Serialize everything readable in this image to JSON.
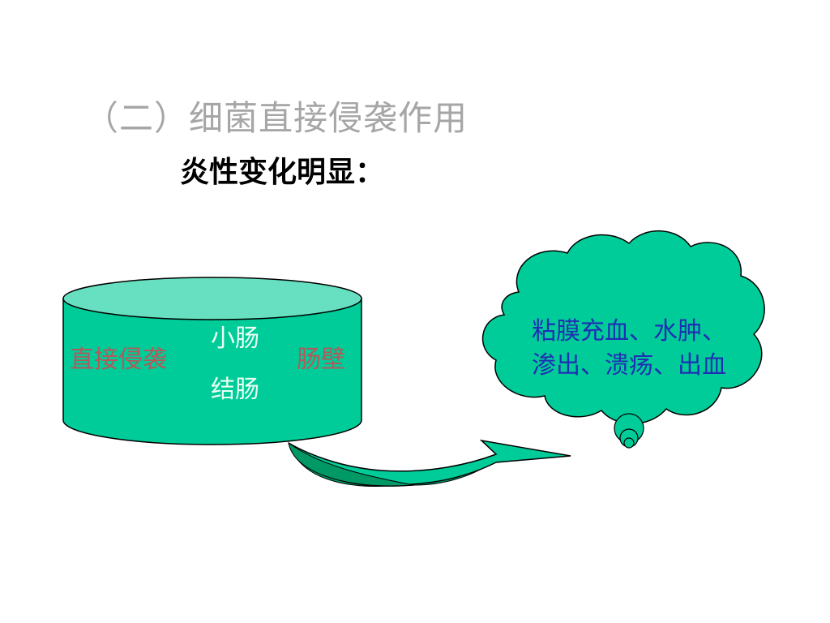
{
  "slide": {
    "heading": "（二）细菌直接侵袭作用",
    "subheading": "炎性变化明显："
  },
  "cylinder": {
    "label_left": "直接侵袭",
    "label_right": "肠壁",
    "label_top": "小肠",
    "label_bottom": "结肠"
  },
  "cloud": {
    "line1": "粘膜充血、水肿、",
    "line2": "渗出、溃疡、出血"
  },
  "colors": {
    "heading": "#a6a6a6",
    "cylinder_body": "#00cc99",
    "cylinder_top": "#66e0c0",
    "arrow_fill": "#009966",
    "cloud_fill": "#00cc99",
    "cloud_text": "#1f2fb4",
    "side_labels": "#b25a5a",
    "inner_labels": "#e9fff4"
  }
}
